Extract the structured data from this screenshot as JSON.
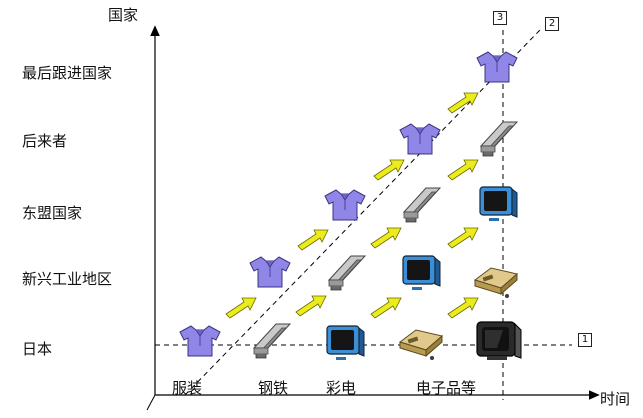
{
  "axes": {
    "y_label": "国家",
    "x_label": "时间"
  },
  "countries": [
    "最后跟进国家",
    "后来者",
    "东盟国家",
    "新兴工业地区",
    "日本"
  ],
  "products": [
    "服装",
    "钢铁",
    "彩电",
    "电子品等"
  ],
  "markers": [
    "3",
    "2",
    "1"
  ],
  "colors": {
    "shirt": "#8f86e8",
    "arrow": "#ecec1c",
    "steel": "#a8a8a8",
    "tv": "#3b8fd6",
    "box": "#d8c07a"
  },
  "icons": [
    "shirt-icon",
    "steel-beam-icon",
    "tv-icon",
    "electronics-box-icon",
    "arrow-icon"
  ]
}
